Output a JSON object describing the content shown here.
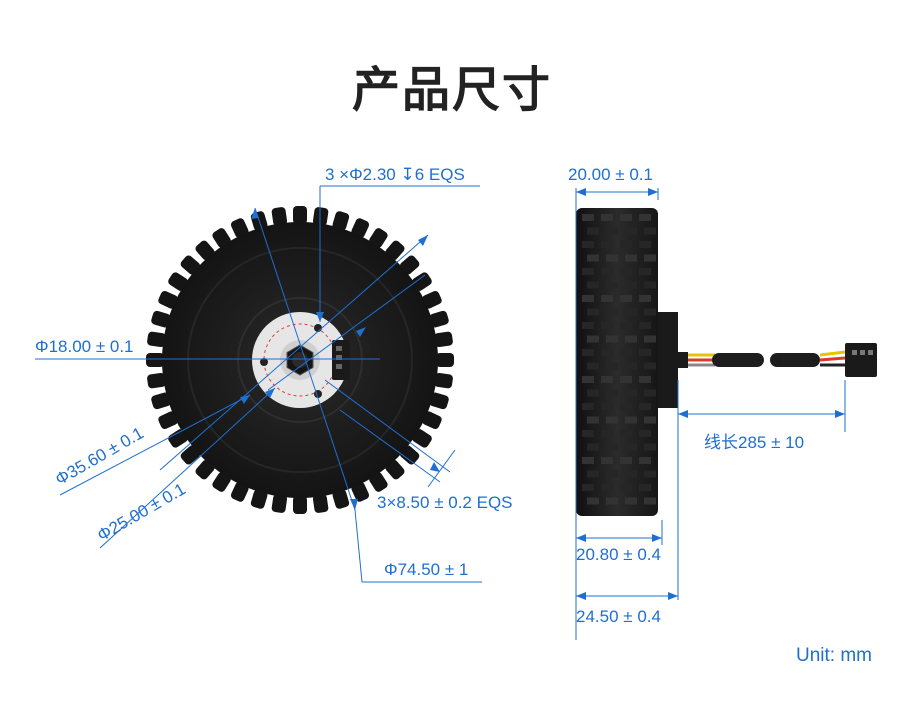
{
  "title": "产品尺寸",
  "front_view": {
    "hole_callout": "3 ×Φ2.30 ↧6 EQS",
    "inner_diameter": "Φ18.00 ± 0.1",
    "diameter_35": "Φ35.60 ± 0.1",
    "diameter_25": "Φ25.00 ± 0.1",
    "pitch_callout": "3×8.50 ± 0.2 EQS",
    "outer_diameter": "Φ74.50 ± 1"
  },
  "side_view": {
    "width_top": "20.00 ± 0.1",
    "cable_length": "线长285 ± 10",
    "width_mid": "20.80 ± 0.4",
    "width_total": "24.50 ± 0.4"
  },
  "unit_label": "Unit: mm",
  "colors": {
    "dimension": "#1f6fd0",
    "wheel": "#1c1c1c",
    "hub": "#e6e6e6",
    "wire_yellow": "#e8c400",
    "wire_red": "#d83a2c",
    "wire_black": "#222222"
  }
}
